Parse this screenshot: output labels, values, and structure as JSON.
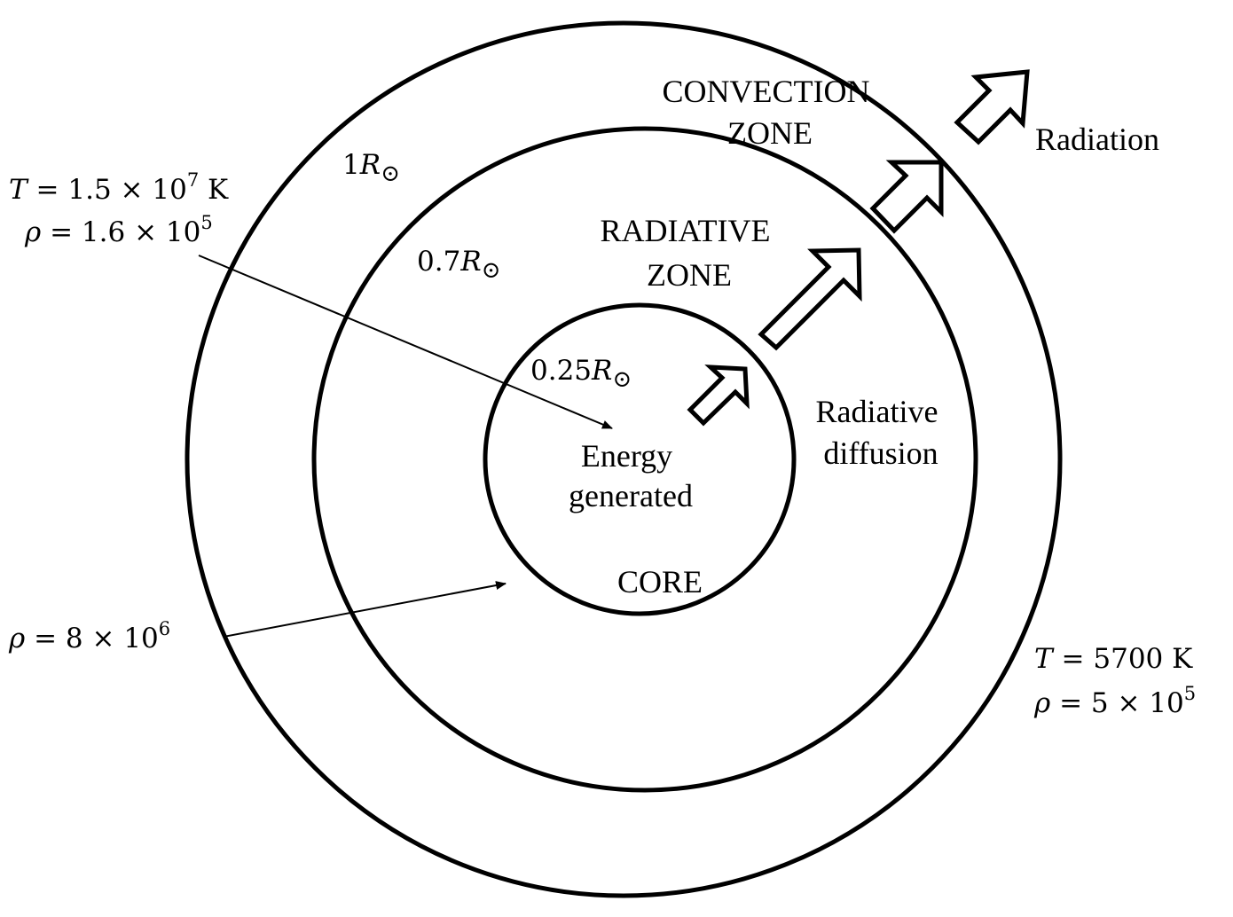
{
  "zones": {
    "convection": [
      "CONVECTION",
      "ZONE"
    ],
    "radiative": [
      "RADIATIVE",
      "ZONE"
    ],
    "core": "CORE"
  },
  "radii": {
    "outer": {
      "coef": "1",
      "sym": "R",
      "sun": "⊙"
    },
    "middle": {
      "coef": "0.7",
      "sym": "R",
      "sun": "⊙"
    },
    "inner": {
      "coef": "0.25",
      "sym": "R",
      "sun": "⊙"
    }
  },
  "process_labels": {
    "energy": [
      "Energy",
      "generated"
    ],
    "diffusion": [
      "Radiative",
      "diffusion"
    ],
    "radiation": "Radiation"
  },
  "core_conditions": {
    "temp": {
      "sym": "T",
      "eq": " = 1.5 × 10",
      "exp": "7",
      "unit": " K"
    },
    "density": {
      "sym": "ρ",
      "eq": " = 1.6 × 10",
      "exp": "5"
    }
  },
  "center_density": {
    "sym": "ρ",
    "eq": " = 8 × 10",
    "exp": "6"
  },
  "surface_conditions": {
    "temp": {
      "sym": "T",
      "eq": " = 5700 K"
    },
    "density": {
      "sym": "ρ",
      "eq": " = 5 × 10",
      "exp": "5"
    }
  }
}
